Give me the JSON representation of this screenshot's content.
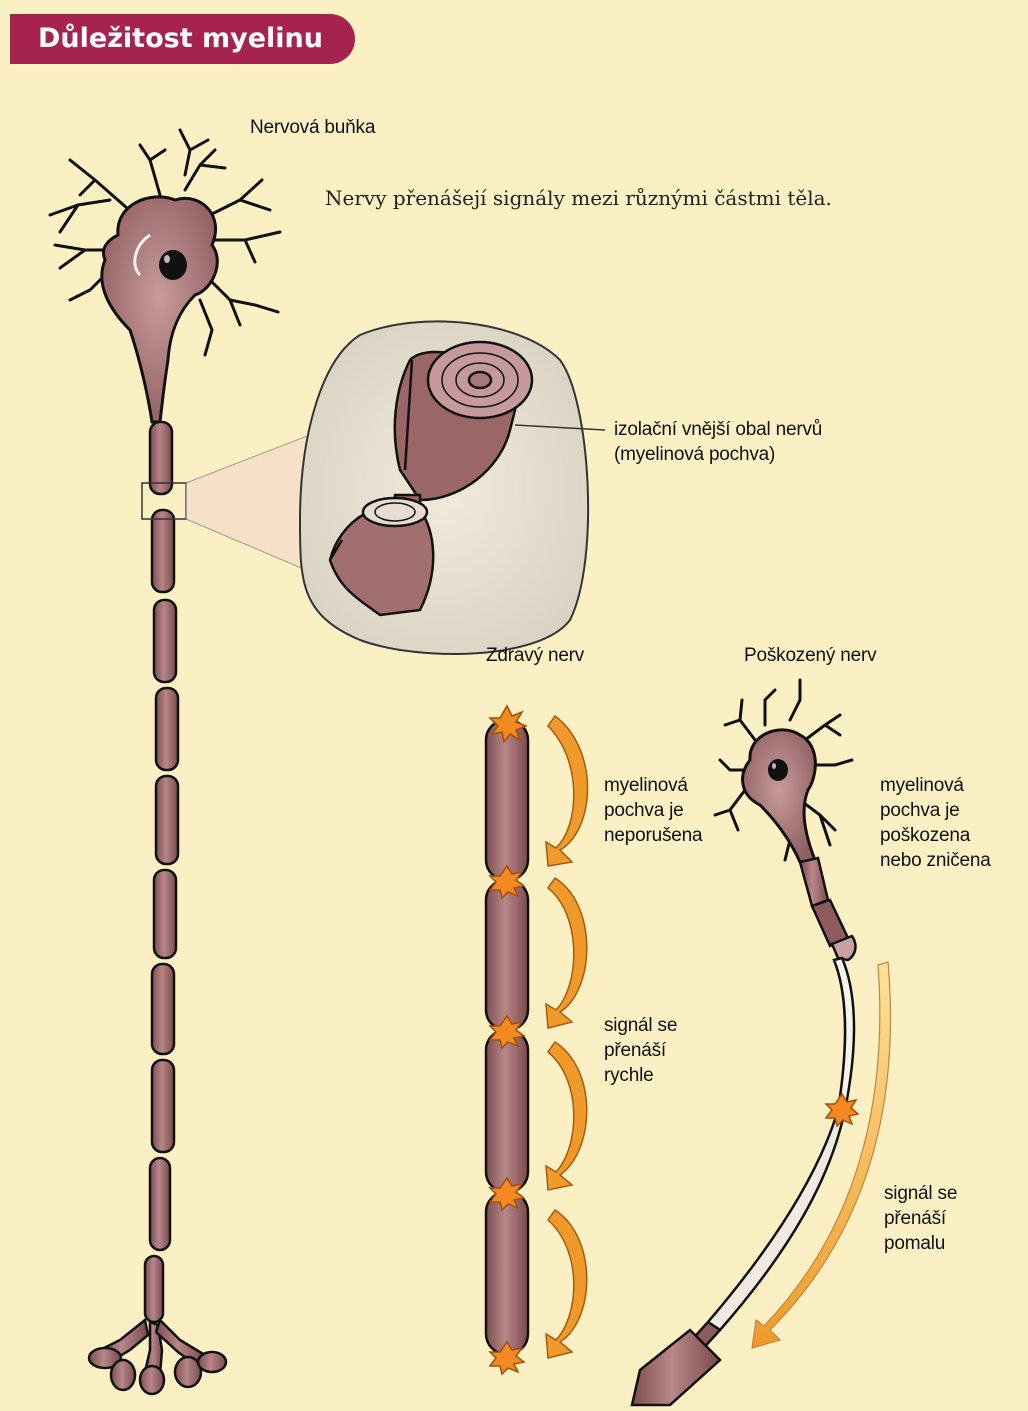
{
  "title": "Důležitost myelinu",
  "labels": {
    "nerve_cell": "Nervová buňka",
    "intro": "Nervy přenášejí signály mezi různými částmi těla.",
    "sheath_line1": "izolační vnější obal nervů",
    "sheath_line2": "(myelinová pochva)",
    "healthy_nerve": "Zdravý nerv",
    "damaged_nerve": "Poškozený nerv",
    "intact_1": "myelinová",
    "intact_2": "pochva je",
    "intact_3": "neporušena",
    "damaged_1": "myelinová",
    "damaged_2": "pochva je",
    "damaged_3": "poškozena",
    "damaged_4": "nebo zničena",
    "fast_1": "signál se",
    "fast_2": "přenáší",
    "fast_3": "rychle",
    "slow_1": "signál se",
    "slow_2": "přenáší",
    "slow_3": "pomalu"
  },
  "colors": {
    "background": "#fbf0c4",
    "banner": "#a7234f",
    "nerve": "#9c6a6c",
    "arrow": "#ef9a2a",
    "node": "#f28a21"
  }
}
